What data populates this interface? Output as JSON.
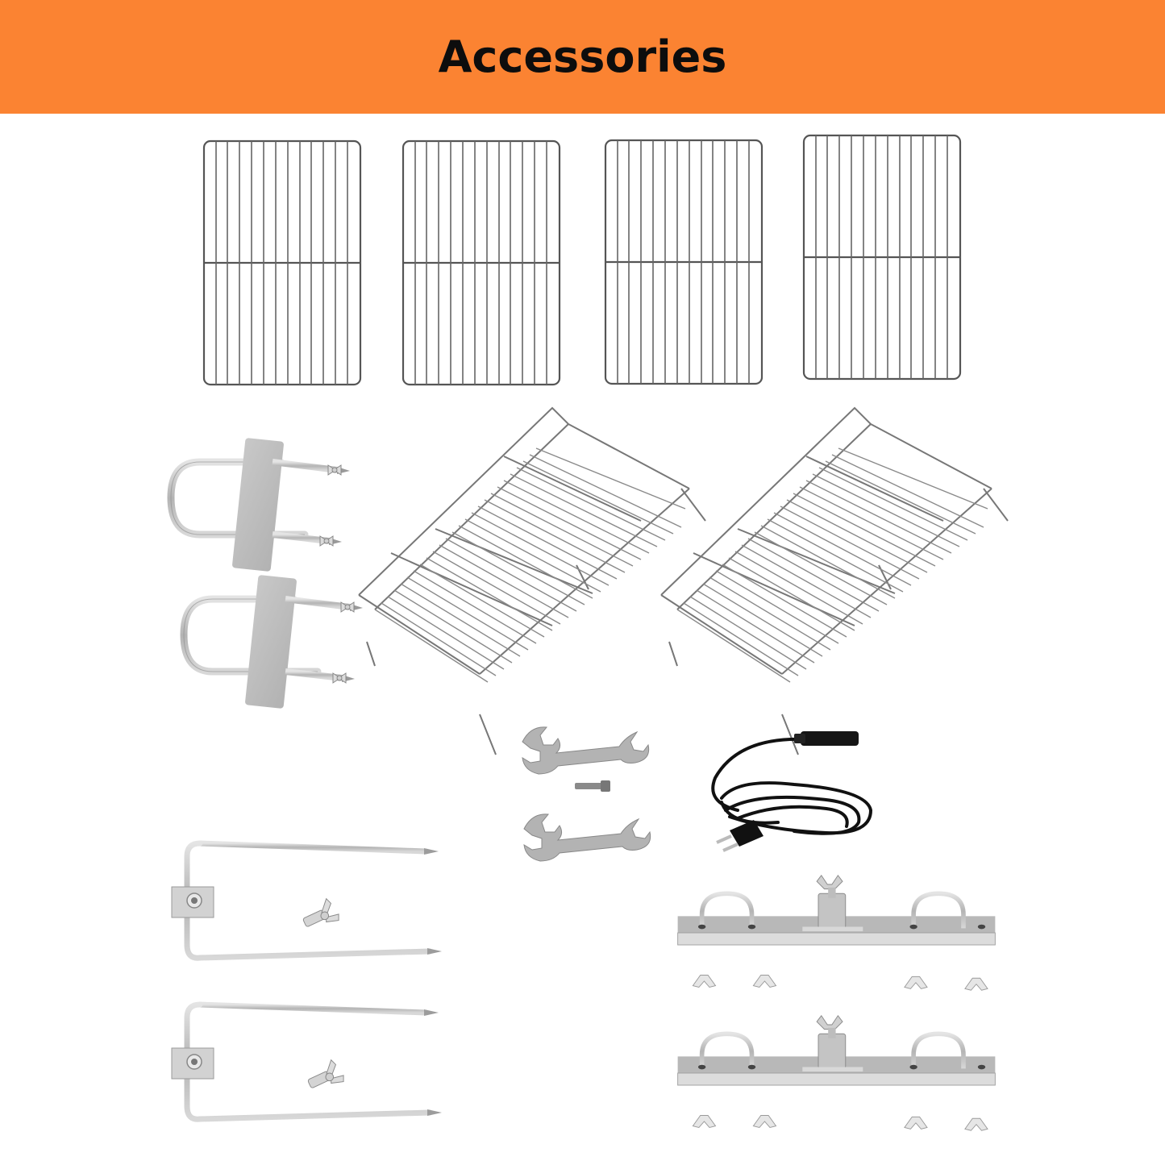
{
  "header": {
    "title": "Accessories",
    "background_color": "#fb8332",
    "text_color": "#0d0d0d"
  },
  "items": [
    {
      "name": "cooking-grate",
      "quantity": 4
    },
    {
      "name": "u-bolt-clamp",
      "quantity": 2
    },
    {
      "name": "foldable-warming-rack",
      "quantity": 2
    },
    {
      "name": "open-end-wrench",
      "quantity": 2
    },
    {
      "name": "small-bolt",
      "quantity": 1
    },
    {
      "name": "power-cord",
      "quantity": 1
    },
    {
      "name": "rotisserie-meat-fork",
      "quantity": 2
    },
    {
      "name": "wing-screw",
      "quantity": 2
    },
    {
      "name": "spit-bracket",
      "quantity": 2
    }
  ]
}
